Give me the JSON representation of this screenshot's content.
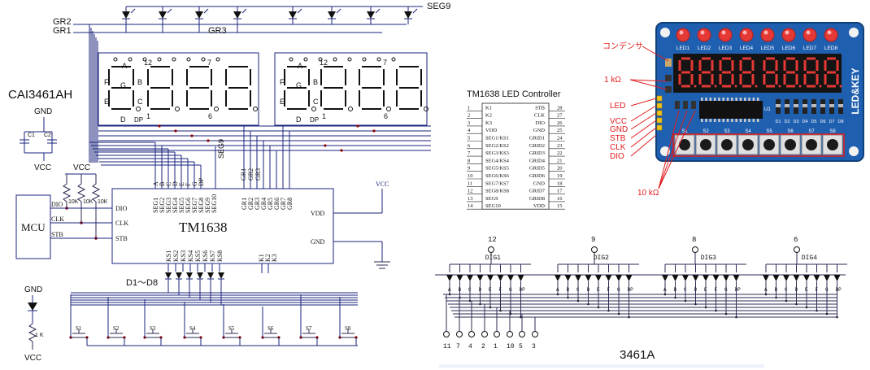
{
  "left": {
    "gr_labels": [
      "GR2",
      "GR1",
      "GR3"
    ],
    "seg9": "SEG9",
    "display_name": "CAI3461AH",
    "seg_letters": [
      "A",
      "B",
      "C",
      "D",
      "E",
      "F",
      "G",
      "DP"
    ],
    "digit_pins_top": [
      "12",
      "7"
    ],
    "digit_pins_bottom": [
      "1",
      "6"
    ],
    "cap": {
      "gnd": "GND",
      "vcc": "VCC",
      "c1": "C1",
      "c2": "C2"
    },
    "pullup": {
      "vcc": "VCC",
      "r": "10K"
    },
    "mcu": {
      "label": "MCU",
      "signals": [
        "DIO",
        "CLK",
        "STB"
      ]
    },
    "chip": {
      "name": "TM1638",
      "seg_pins": [
        "SEG1",
        "SEG2",
        "SEG3",
        "SEG4",
        "SEG5",
        "SEG6",
        "SEG7",
        "SEG8",
        "SEG9",
        "SEG10"
      ],
      "seg_top": [
        "A",
        "B",
        "C",
        "D",
        "E",
        "F",
        "G",
        "DP"
      ],
      "seg9_top": "SEG9",
      "gr_pins": [
        "GR1",
        "GR2",
        "GR3",
        "GR4",
        "GR5",
        "GR6",
        "GR7",
        "GR8"
      ],
      "gr_top": [
        "GR1",
        "GR2",
        "GR3"
      ],
      "vdd": "VDD",
      "gnd": "GND",
      "vcc": "VCC",
      "left_pins": [
        "DIO",
        "CLK",
        "STB"
      ],
      "ks_pins": [
        "KS1",
        "KS2",
        "KS3",
        "KS4",
        "KS5",
        "KS6",
        "KS7",
        "KS8"
      ],
      "k_pins": [
        "K1",
        "K2",
        "K3"
      ]
    },
    "diodes_label": "D1〜D8",
    "switches": [
      "S1",
      "S2",
      "S3",
      "S4",
      "S5",
      "S6",
      "S7",
      "S8"
    ],
    "led": {
      "gnd": "GND",
      "r": "1 K",
      "vcc": "VCC"
    }
  },
  "pinout": {
    "title": "TM1638 LED Controller",
    "left": [
      {
        "n": "1",
        "name": "K1"
      },
      {
        "n": "2",
        "name": "K2"
      },
      {
        "n": "3",
        "name": "K3"
      },
      {
        "n": "4",
        "name": "VDD"
      },
      {
        "n": "5",
        "name": "SEG1/KS1"
      },
      {
        "n": "6",
        "name": "SEG2/KS2"
      },
      {
        "n": "7",
        "name": "SEG3/KS3"
      },
      {
        "n": "8",
        "name": "SEG4/KS4"
      },
      {
        "n": "9",
        "name": "SEG5/KS5"
      },
      {
        "n": "10",
        "name": "SEG6/KS6"
      },
      {
        "n": "11",
        "name": "SEG7/KS7"
      },
      {
        "n": "12",
        "name": "SEG8/KS8"
      },
      {
        "n": "13",
        "name": "SEG9"
      },
      {
        "n": "14",
        "name": "SEG10"
      }
    ],
    "right": [
      {
        "n": "28",
        "name": "STB"
      },
      {
        "n": "27",
        "name": "CLK"
      },
      {
        "n": "26",
        "name": "DIO"
      },
      {
        "n": "25",
        "name": "GND"
      },
      {
        "n": "24",
        "name": "GRID1"
      },
      {
        "n": "23",
        "name": "GRID2"
      },
      {
        "n": "22",
        "name": "GRID3"
      },
      {
        "n": "21",
        "name": "GRID4"
      },
      {
        "n": "20",
        "name": "GRID5"
      },
      {
        "n": "19",
        "name": "GRID6"
      },
      {
        "n": "18",
        "name": "GND"
      },
      {
        "n": "17",
        "name": "GRID7"
      },
      {
        "n": "16",
        "name": "GRID8"
      },
      {
        "n": "15",
        "name": "VDD"
      }
    ]
  },
  "board": {
    "leds": [
      "LED1",
      "LED2",
      "LED3",
      "LED4",
      "LED5",
      "LED6",
      "LED7",
      "LED8"
    ],
    "side_label": "LED&KEY",
    "keys": [
      "S1",
      "S2",
      "S3",
      "S4",
      "S5",
      "S6",
      "S7",
      "S8"
    ],
    "diodes": [
      "D1",
      "D2",
      "D3",
      "D4",
      "D5",
      "D6",
      "D7",
      "D8"
    ],
    "chip_label": "U1",
    "annotations": [
      "コンデンサ",
      "1 kΩ",
      "LED",
      "VCC",
      "GND",
      "STB",
      "CLK",
      "DIO",
      "10 kΩ"
    ],
    "colors": {
      "pcb": "#1f5fb0",
      "led": "#e53935",
      "digit": "#e53935",
      "label": "#e01b1b"
    }
  },
  "display3461": {
    "digits": [
      {
        "pin": "12",
        "name": "DIG1"
      },
      {
        "pin": "9",
        "name": "DIG2"
      },
      {
        "pin": "8",
        "name": "DIG3"
      },
      {
        "pin": "6",
        "name": "DIG4"
      }
    ],
    "segs": [
      "A",
      "B",
      "C",
      "D",
      "E",
      "F",
      "G",
      "DP"
    ],
    "bottom_pins": [
      "11",
      "7",
      "4",
      "2",
      "1",
      "10",
      "5",
      "3"
    ],
    "title": "3461A"
  }
}
